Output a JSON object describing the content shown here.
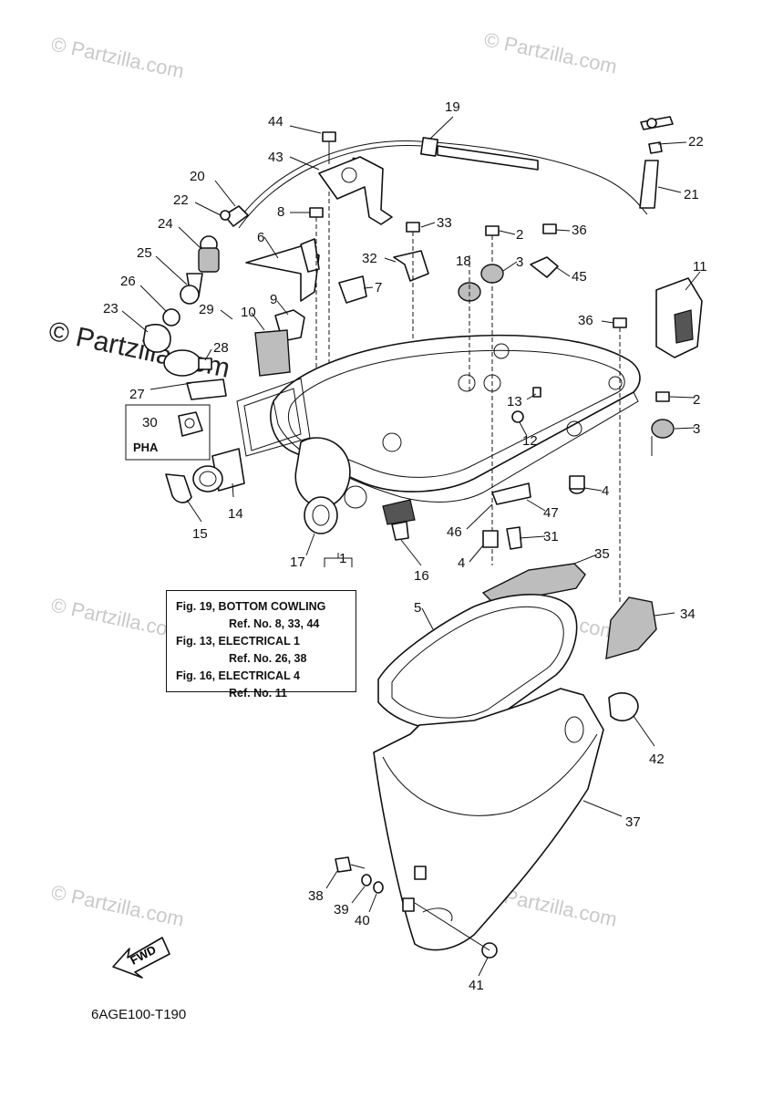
{
  "watermark": {
    "small_text": "© Partzilla.com",
    "large_text": "© Partzilla.com"
  },
  "callouts": [
    "1",
    "2",
    "2",
    "3",
    "3",
    "4",
    "4",
    "5",
    "6",
    "7",
    "8",
    "9",
    "10",
    "11",
    "12",
    "13",
    "14",
    "15",
    "16",
    "17",
    "18",
    "19",
    "20",
    "21",
    "22",
    "22",
    "23",
    "24",
    "25",
    "26",
    "27",
    "28",
    "29",
    "30",
    "31",
    "32",
    "33",
    "34",
    "35",
    "36",
    "36",
    "37",
    "38",
    "39",
    "40",
    "41",
    "42",
    "43",
    "44",
    "45",
    "46",
    "47"
  ],
  "notes": {
    "line1": "Fig. 19, BOTTOM COWLING",
    "line2": "Ref. No. 8, 33, 44",
    "line3": "Fig. 13, ELECTRICAL 1",
    "line4": "Ref. No. 26, 38",
    "line5": "Fig. 16, ELECTRICAL 4",
    "line6": "Ref. No. 11"
  },
  "pha_label": "PHA",
  "fwd_label": "FWD",
  "diagram_code": "6AGE100-T190"
}
